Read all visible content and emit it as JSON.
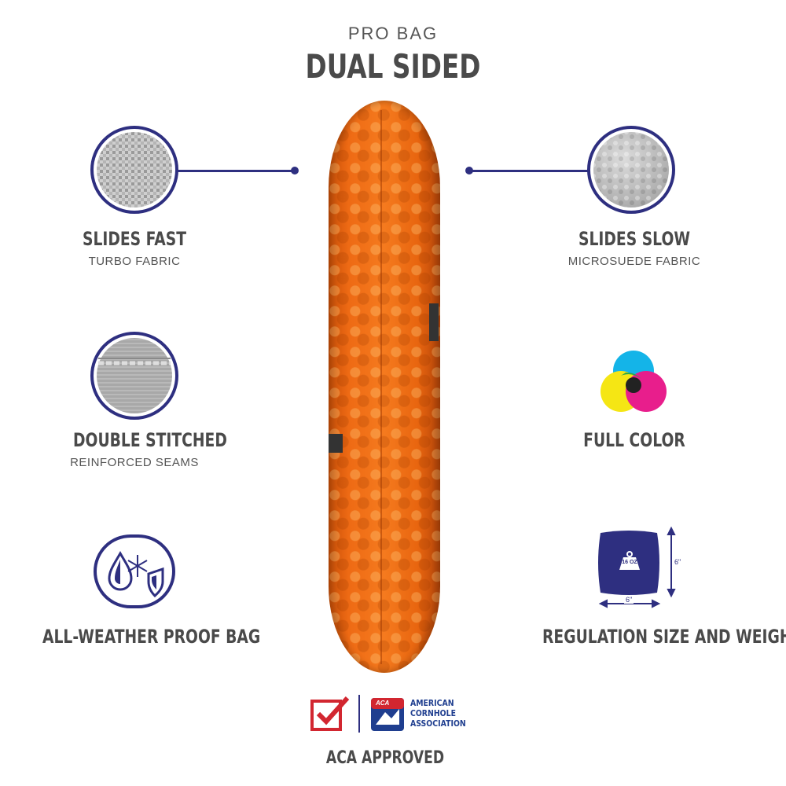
{
  "header": {
    "eyebrow": "PRO BAG",
    "title": "DUAL SIDED"
  },
  "features": {
    "slides_fast": {
      "title": "SLIDES FAST",
      "subtitle": "TURBO FABRIC",
      "icon": "turbo-fabric-swatch-icon"
    },
    "slides_slow": {
      "title": "SLIDES SLOW",
      "subtitle": "MICROSUEDE FABRIC",
      "icon": "microsuede-fabric-swatch-icon"
    },
    "double_stitched": {
      "title": "DOUBLE STITCHED",
      "subtitle": "REINFORCED SEAMS",
      "icon": "stitched-seam-swatch-icon"
    },
    "full_color": {
      "title": "FULL COLOR",
      "icon": "cmy-color-circles-icon"
    },
    "weather": {
      "title": "ALL-WEATHER PROOF BAG",
      "icon": "weather-drop-snowflake-shield-icon"
    },
    "regulation": {
      "title": "REGULATION SIZE AND WEIGHT",
      "icon": "bag-weight-icon",
      "weight_label": "16 OZ",
      "height_label": "6\"",
      "width_label": "6\""
    }
  },
  "aca": {
    "logo_text": "ACA",
    "org_name_lines": [
      "AMERICAN",
      "CORNHOLE",
      "ASSOCIATION"
    ],
    "approved_label": "ACA APPROVED"
  },
  "colors": {
    "navy": "#2e2f80",
    "bag_orange": "#f57a1e",
    "heading_gray": "#4a4a4a",
    "aca_red": "#d22630",
    "aca_blue": "#1f3e8f"
  }
}
